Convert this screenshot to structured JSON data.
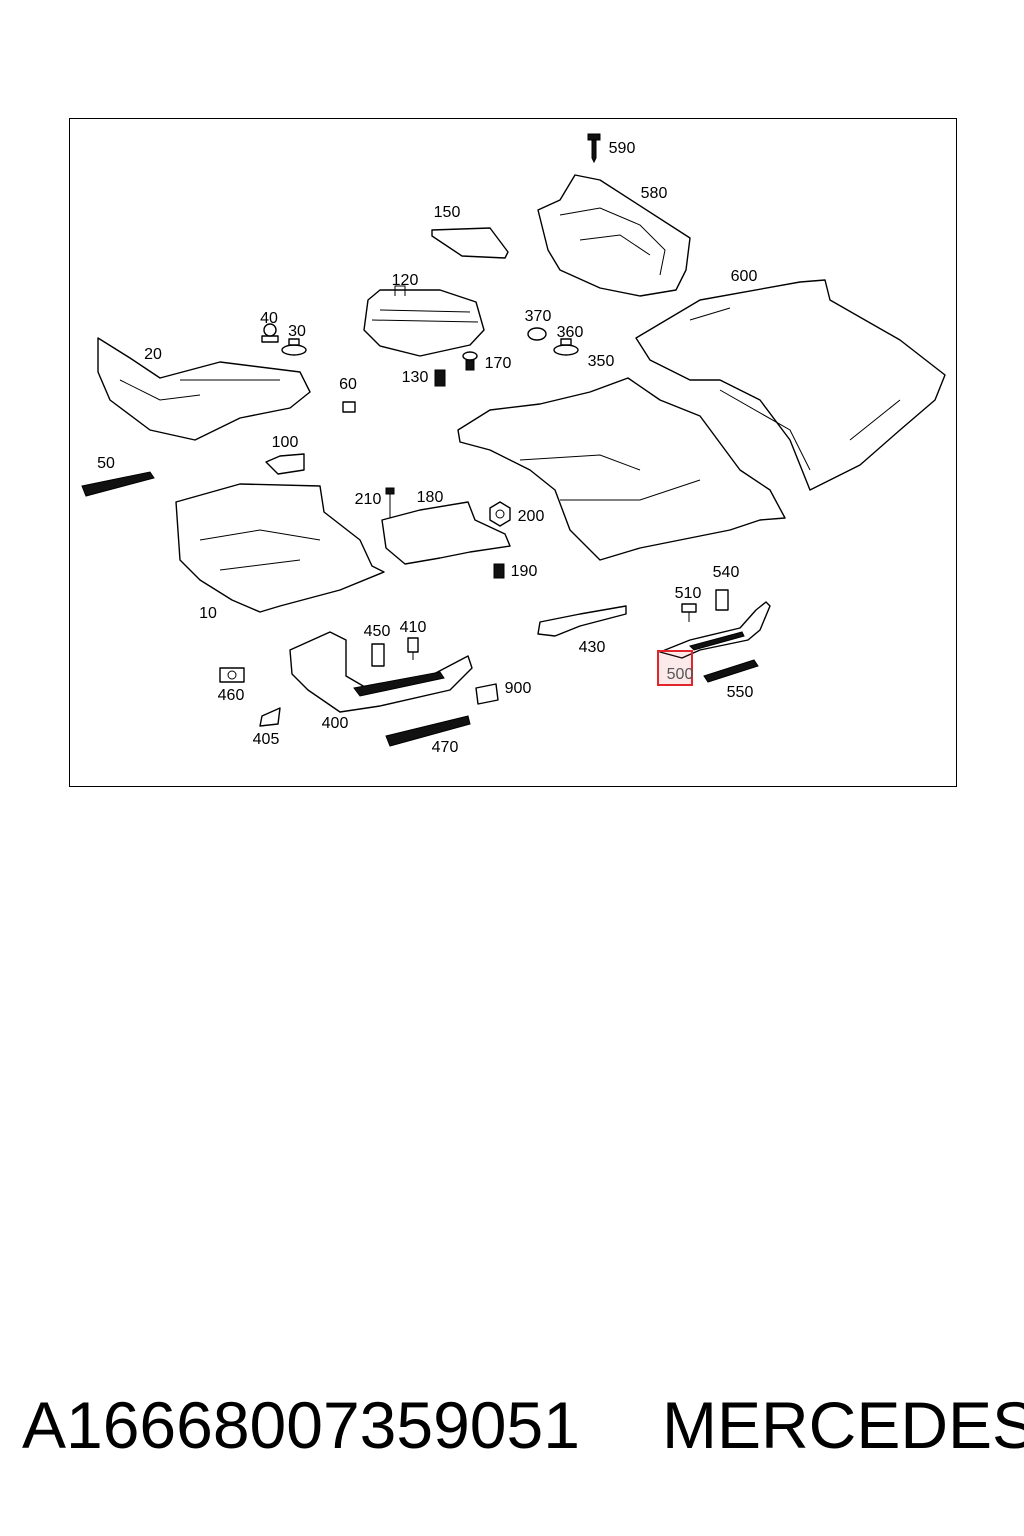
{
  "callouts": [
    {
      "id": "590",
      "text": "590"
    },
    {
      "id": "580",
      "text": "580"
    },
    {
      "id": "150",
      "text": "150"
    },
    {
      "id": "120",
      "text": "120"
    },
    {
      "id": "600",
      "text": "600"
    },
    {
      "id": "40",
      "text": "40"
    },
    {
      "id": "30",
      "text": "30"
    },
    {
      "id": "370",
      "text": "370"
    },
    {
      "id": "360",
      "text": "360"
    },
    {
      "id": "20",
      "text": "20"
    },
    {
      "id": "350",
      "text": "350"
    },
    {
      "id": "130",
      "text": "130"
    },
    {
      "id": "170",
      "text": "170"
    },
    {
      "id": "60",
      "text": "60"
    },
    {
      "id": "100",
      "text": "100"
    },
    {
      "id": "50",
      "text": "50"
    },
    {
      "id": "210",
      "text": "210"
    },
    {
      "id": "180",
      "text": "180"
    },
    {
      "id": "200",
      "text": "200"
    },
    {
      "id": "190",
      "text": "190"
    },
    {
      "id": "10",
      "text": "10"
    },
    {
      "id": "540",
      "text": "540"
    },
    {
      "id": "510",
      "text": "510"
    },
    {
      "id": "450",
      "text": "450"
    },
    {
      "id": "410",
      "text": "410"
    },
    {
      "id": "430",
      "text": "430"
    },
    {
      "id": "500",
      "text": "500"
    },
    {
      "id": "900",
      "text": "900"
    },
    {
      "id": "550",
      "text": "550"
    },
    {
      "id": "460",
      "text": "460"
    },
    {
      "id": "400",
      "text": "400"
    },
    {
      "id": "405",
      "text": "405"
    },
    {
      "id": "470",
      "text": "470"
    }
  ],
  "highlight": {
    "callout": "500",
    "color": "#e0262b"
  },
  "caption": {
    "part_number": "A1666800735905​1",
    "brand": "MERCEDES"
  }
}
